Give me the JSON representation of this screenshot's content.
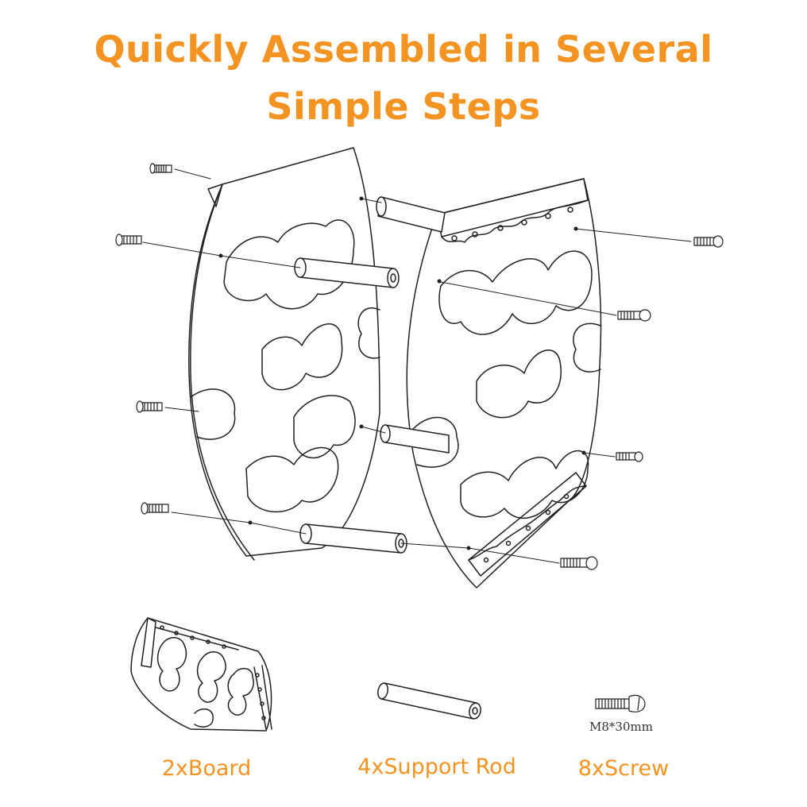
{
  "title": {
    "line1": "Quickly Assembled in Several",
    "line2": "Simple Steps"
  },
  "parts": {
    "board": "2xBoard",
    "rod": "4xSupport Rod",
    "screw": "8xScrew"
  },
  "screw_spec": "M8*30mm",
  "colors": {
    "accent": "#f39322",
    "line": "#231f20"
  }
}
